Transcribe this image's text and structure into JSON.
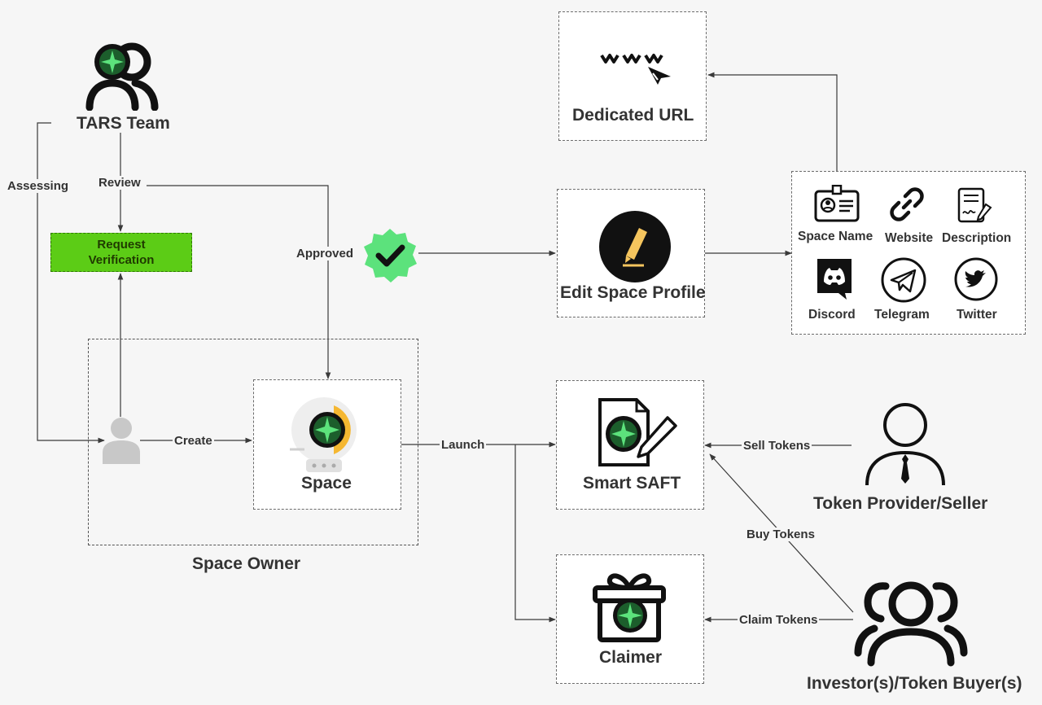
{
  "nodes": {
    "tars_team": "TARS Team",
    "request_verification_line1": "Request",
    "request_verification_line2": "Verification",
    "space": "Space",
    "space_owner": "Space Owner",
    "dedicated_url": "Dedicated URL",
    "edit_space_profile": "Edit Space Profile",
    "smart_saft": "Smart SAFT",
    "claimer": "Claimer",
    "token_provider": "Token Provider/Seller",
    "investors": "Investor(s)/Token Buyer(s)"
  },
  "profile_fields": {
    "space_name": "Space Name",
    "website": "Website",
    "description": "Description",
    "discord": "Discord",
    "telegram": "Telegram",
    "twitter": "Twitter"
  },
  "edges": {
    "assessing": "Assessing",
    "review": "Review",
    "approved": "Approved",
    "create": "Create",
    "launch": "Launch",
    "sell_tokens": "Sell Tokens",
    "buy_tokens": "Buy Tokens",
    "claim_tokens": "Claim Tokens"
  },
  "icons": {
    "www": "www-icon",
    "check_badge": "verified-check-icon"
  },
  "colors": {
    "verification_green": "#5ccc16",
    "badge_green": "#5ce27c",
    "brand_dark_green": "#1c5e2c",
    "space_yellow": "#f5b731",
    "line": "#3a3a3a"
  }
}
